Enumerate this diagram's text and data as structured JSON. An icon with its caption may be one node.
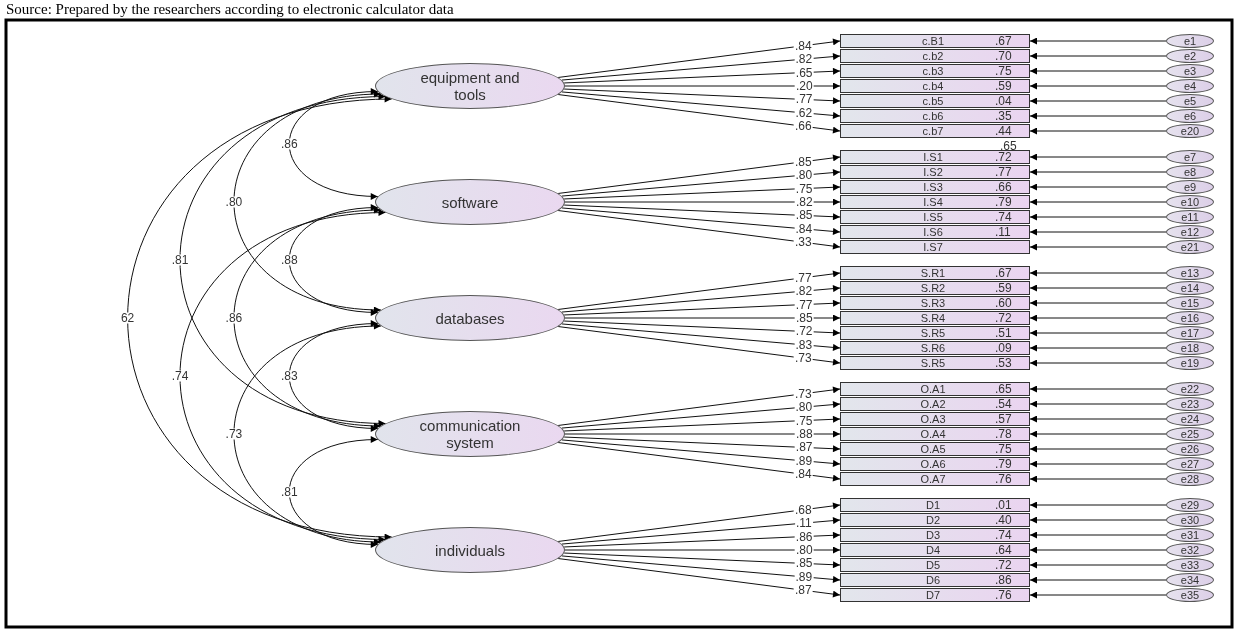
{
  "diagram": {
    "caption": "Source: Prepared by the researchers according to electronic calculator data",
    "nodes": [
      {
        "text": [
          "equipment and tools"
        ]
      },
      {
        "text": [
          "software"
        ]
      },
      {
        "text": [
          "databases"
        ]
      },
      {
        "text": [
          "communication system"
        ]
      },
      {
        "text": [
          "individuals"
        ]
      },
      {
        "text": [
          "c.B1",
          ".67"
        ]
      },
      {
        "text": [
          "c.b2",
          ".70"
        ]
      },
      {
        "text": [
          "c.b3",
          ".75"
        ]
      },
      {
        "text": [
          "c.b4",
          ".59"
        ]
      },
      {
        "text": [
          "c.b5",
          ".04"
        ]
      },
      {
        "text": [
          "c.b6",
          ".35"
        ]
      },
      {
        "text": [
          "c.b7",
          ".44"
        ]
      },
      {
        "text": [
          "e1"
        ]
      },
      {
        "text": [
          "e2"
        ]
      },
      {
        "text": [
          "e3"
        ]
      },
      {
        "text": [
          "e4"
        ]
      },
      {
        "text": [
          "e5"
        ]
      },
      {
        "text": [
          "e6"
        ]
      },
      {
        "text": [
          "e20"
        ]
      },
      {
        "text": [
          "I.S1",
          ".72"
        ]
      },
      {
        "text": [
          "I.S2",
          ".77"
        ]
      },
      {
        "text": [
          "I.S3",
          ".66"
        ]
      },
      {
        "text": [
          "I.S4",
          ".79"
        ]
      },
      {
        "text": [
          "I.S5",
          ".74"
        ]
      },
      {
        "text": [
          "I.S6",
          ".11"
        ]
      },
      {
        "text": [
          "I.S7"
        ]
      },
      {
        "text": [
          "e7"
        ]
      },
      {
        "text": [
          "e8"
        ]
      },
      {
        "text": [
          "e9"
        ]
      },
      {
        "text": [
          "e10"
        ]
      },
      {
        "text": [
          "e11"
        ]
      },
      {
        "text": [
          "e12"
        ]
      },
      {
        "text": [
          "e21"
        ]
      },
      {
        "text": [
          "S.R1",
          ".67"
        ]
      },
      {
        "text": [
          "S.R2",
          ".59"
        ]
      },
      {
        "text": [
          "S.R3",
          ".60"
        ]
      },
      {
        "text": [
          "S.R4",
          ".72"
        ]
      },
      {
        "text": [
          "S.R5",
          ".51"
        ]
      },
      {
        "text": [
          "S.R6",
          ".09"
        ]
      },
      {
        "text": [
          "S.R5",
          ".53"
        ]
      },
      {
        "text": [
          "e13"
        ]
      },
      {
        "text": [
          "e14"
        ]
      },
      {
        "text": [
          "e15"
        ]
      },
      {
        "text": [
          "e16"
        ]
      },
      {
        "text": [
          "e17"
        ]
      },
      {
        "text": [
          "e18"
        ]
      },
      {
        "text": [
          "e19"
        ]
      },
      {
        "text": [
          "O.A1",
          ".65"
        ]
      },
      {
        "text": [
          "O.A2",
          ".54"
        ]
      },
      {
        "text": [
          "O.A3",
          ".57"
        ]
      },
      {
        "text": [
          "O.A4",
          ".78"
        ]
      },
      {
        "text": [
          "O.A5",
          ".75"
        ]
      },
      {
        "text": [
          "O.A6",
          ".79"
        ]
      },
      {
        "text": [
          "O.A7",
          ".76"
        ]
      },
      {
        "text": [
          "e22"
        ]
      },
      {
        "text": [
          "e23"
        ]
      },
      {
        "text": [
          "e24"
        ]
      },
      {
        "text": [
          "e25"
        ]
      },
      {
        "text": [
          "e26"
        ]
      },
      {
        "text": [
          "e27"
        ]
      },
      {
        "text": [
          "e28"
        ]
      },
      {
        "text": [
          "D1",
          ".01"
        ]
      },
      {
        "text": [
          "D2",
          ".40"
        ]
      },
      {
        "text": [
          "D3",
          ".74"
        ]
      },
      {
        "text": [
          "D4",
          ".64"
        ]
      },
      {
        "text": [
          "D5",
          ".72"
        ]
      },
      {
        "text": [
          "D6",
          ".86"
        ]
      },
      {
        "text": [
          "D7",
          ".76"
        ]
      },
      {
        "text": [
          "e29"
        ]
      },
      {
        "text": [
          "e30"
        ]
      },
      {
        "text": [
          "e31"
        ]
      },
      {
        "text": [
          "e32"
        ]
      },
      {
        "text": [
          "e33"
        ]
      },
      {
        "text": [
          "e34"
        ]
      },
      {
        "text": [
          "e35"
        ]
      }
    ],
    "edges": [
      {
        "from": 0,
        "to": 1,
        "arrow": "both",
        "label": ".86"
      },
      {
        "from": 0,
        "to": 2,
        "arrow": "both",
        "label": ".80"
      },
      {
        "from": 0,
        "to": 3,
        "arrow": "both",
        "label": ".81"
      },
      {
        "from": 0,
        "to": 4,
        "arrow": "both",
        "label": "62"
      },
      {
        "from": 1,
        "to": 2,
        "arrow": "both",
        "label": ".88"
      },
      {
        "from": 1,
        "to": 3,
        "arrow": "both",
        "label": ".86"
      },
      {
        "from": 1,
        "to": 4,
        "arrow": "both",
        "label": ".74"
      },
      {
        "from": 2,
        "to": 3,
        "arrow": "both",
        "label": ".83"
      },
      {
        "from": 2,
        "to": 4,
        "arrow": "both",
        "label": ".73"
      },
      {
        "from": 3,
        "to": 4,
        "arrow": "both",
        "label": ".81"
      },
      {
        "from": 0,
        "to": 5,
        "arrow": "to",
        "label": ".84"
      },
      {
        "from": 0,
        "to": 6,
        "arrow": "to",
        "label": ".82"
      },
      {
        "from": 0,
        "to": 7,
        "arrow": "to",
        "label": ".65"
      },
      {
        "from": 0,
        "to": 8,
        "arrow": "to",
        "label": ".20"
      },
      {
        "from": 0,
        "to": 9,
        "arrow": "to",
        "label": ".77"
      },
      {
        "from": 0,
        "to": 10,
        "arrow": "to",
        "label": ".62"
      },
      {
        "from": 0,
        "to": 11,
        "arrow": "to",
        "label": ".66"
      },
      {
        "from": 12,
        "to": 5,
        "arrow": "to"
      },
      {
        "from": 13,
        "to": 6,
        "arrow": "to"
      },
      {
        "from": 14,
        "to": 7,
        "arrow": "to"
      },
      {
        "from": 15,
        "to": 8,
        "arrow": "to"
      },
      {
        "from": 16,
        "to": 9,
        "arrow": "to"
      },
      {
        "from": 17,
        "to": 10,
        "arrow": "to"
      },
      {
        "from": 18,
        "to": 11,
        "arrow": "to"
      },
      {
        "from": 1,
        "to": 19,
        "arrow": "to",
        "label": ".85"
      },
      {
        "from": 1,
        "to": 20,
        "arrow": "to",
        "label": ".80"
      },
      {
        "from": 1,
        "to": 21,
        "arrow": "to",
        "label": ".75"
      },
      {
        "from": 1,
        "to": 22,
        "arrow": "to",
        "label": ".82"
      },
      {
        "from": 1,
        "to": 23,
        "arrow": "to",
        "label": ".85"
      },
      {
        "from": 1,
        "to": 24,
        "arrow": "to",
        "label": ".84"
      },
      {
        "from": 1,
        "to": 25,
        "arrow": "to",
        "label": ".33"
      },
      {
        "from": 26,
        "to": 19,
        "arrow": "to"
      },
      {
        "from": 27,
        "to": 20,
        "arrow": "to"
      },
      {
        "from": 28,
        "to": 21,
        "arrow": "to"
      },
      {
        "from": 29,
        "to": 22,
        "arrow": "to"
      },
      {
        "from": 30,
        "to": 23,
        "arrow": "to"
      },
      {
        "from": 31,
        "to": 24,
        "arrow": "to"
      },
      {
        "from": 32,
        "to": 25,
        "arrow": "to"
      },
      {
        "from": 2,
        "to": 33,
        "arrow": "to",
        "label": ".77"
      },
      {
        "from": 2,
        "to": 34,
        "arrow": "to",
        "label": ".82"
      },
      {
        "from": 2,
        "to": 35,
        "arrow": "to",
        "label": ".77"
      },
      {
        "from": 2,
        "to": 36,
        "arrow": "to",
        "label": ".85"
      },
      {
        "from": 2,
        "to": 37,
        "arrow": "to",
        "label": ".72"
      },
      {
        "from": 2,
        "to": 38,
        "arrow": "to",
        "label": ".83"
      },
      {
        "from": 2,
        "to": 39,
        "arrow": "to",
        "label": ".73"
      },
      {
        "from": 40,
        "to": 33,
        "arrow": "to"
      },
      {
        "from": 41,
        "to": 34,
        "arrow": "to"
      },
      {
        "from": 42,
        "to": 35,
        "arrow": "to"
      },
      {
        "from": 43,
        "to": 36,
        "arrow": "to"
      },
      {
        "from": 44,
        "to": 37,
        "arrow": "to"
      },
      {
        "from": 45,
        "to": 38,
        "arrow": "to"
      },
      {
        "from": 46,
        "to": 39,
        "arrow": "to"
      },
      {
        "from": 3,
        "to": 47,
        "arrow": "to",
        "label": ".73"
      },
      {
        "from": 3,
        "to": 48,
        "arrow": "to",
        "label": ".80"
      },
      {
        "from": 3,
        "to": 49,
        "arrow": "to",
        "label": ".75"
      },
      {
        "from": 3,
        "to": 50,
        "arrow": "to",
        "label": ".88"
      },
      {
        "from": 3,
        "to": 51,
        "arrow": "to",
        "label": ".87"
      },
      {
        "from": 3,
        "to": 52,
        "arrow": "to",
        "label": ".89"
      },
      {
        "from": 3,
        "to": 53,
        "arrow": "to",
        "label": ".84"
      },
      {
        "from": 54,
        "to": 47,
        "arrow": "to"
      },
      {
        "from": 55,
        "to": 48,
        "arrow": "to"
      },
      {
        "from": 56,
        "to": 49,
        "arrow": "to"
      },
      {
        "from": 57,
        "to": 50,
        "arrow": "to"
      },
      {
        "from": 58,
        "to": 51,
        "arrow": "to"
      },
      {
        "from": 59,
        "to": 52,
        "arrow": "to"
      },
      {
        "from": 60,
        "to": 53,
        "arrow": "to"
      },
      {
        "from": 4,
        "to": 61,
        "arrow": "to",
        "label": ".68"
      },
      {
        "from": 4,
        "to": 62,
        "arrow": "to",
        "label": ".11"
      },
      {
        "from": 4,
        "to": 63,
        "arrow": "to",
        "label": ".86"
      },
      {
        "from": 4,
        "to": 64,
        "arrow": "to",
        "label": ".80"
      },
      {
        "from": 4,
        "to": 65,
        "arrow": "to",
        "label": ".85"
      },
      {
        "from": 4,
        "to": 66,
        "arrow": "to",
        "label": ".89"
      },
      {
        "from": 4,
        "to": 67,
        "arrow": "to",
        "label": ".87"
      },
      {
        "from": 68,
        "to": 61,
        "arrow": "to"
      },
      {
        "from": 69,
        "to": 62,
        "arrow": "to"
      },
      {
        "from": 70,
        "to": 63,
        "arrow": "to"
      },
      {
        "from": 71,
        "to": 64,
        "arrow": "to"
      },
      {
        "from": 72,
        "to": 65,
        "arrow": "to"
      },
      {
        "from": 73,
        "to": 66,
        "arrow": "to"
      },
      {
        "from": 74,
        "to": 67,
        "arrow": "to"
      }
    ],
    "labels": [
      ".65"
    ]
  }
}
